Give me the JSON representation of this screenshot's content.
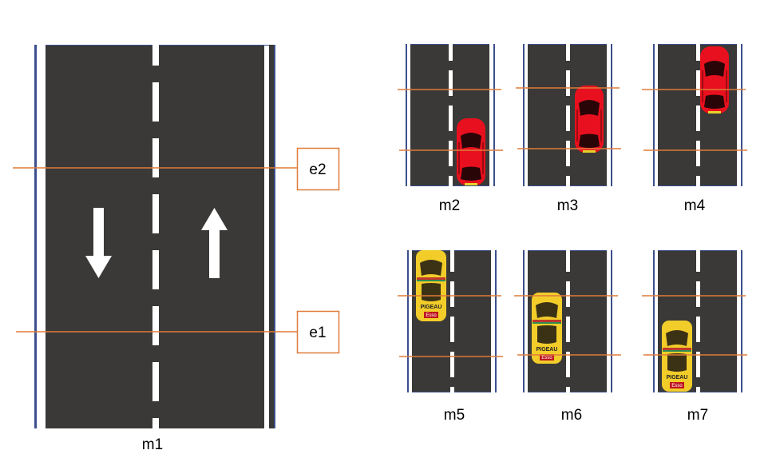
{
  "main_road": {
    "label": "m1"
  },
  "sensors": [
    {
      "label": "e2"
    },
    {
      "label": "e1"
    }
  ],
  "scenarios": [
    {
      "label": "m2",
      "car": "red"
    },
    {
      "label": "m3",
      "car": "red"
    },
    {
      "label": "m4",
      "car": "red"
    },
    {
      "label": "m5",
      "car": "yellow"
    },
    {
      "label": "m6",
      "car": "yellow"
    },
    {
      "label": "m7",
      "car": "yellow"
    }
  ],
  "car_decals": {
    "top": "PIGEAU",
    "bottom": "Esso"
  },
  "colors": {
    "asphalt": "#3a3937",
    "edge": "#3b4f8c",
    "sensor_line": "#e07b39",
    "red_car": "#e8101e",
    "yellow_car": "#f2cd2a"
  }
}
